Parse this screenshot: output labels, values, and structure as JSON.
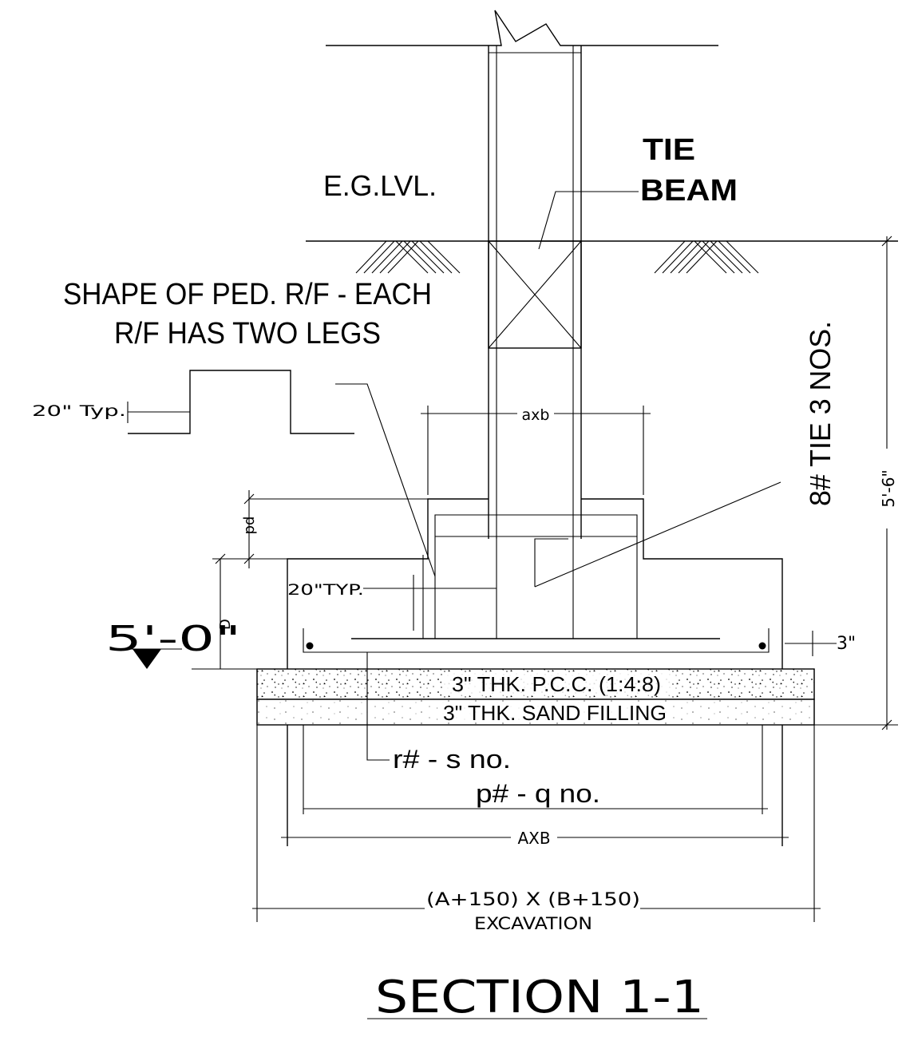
{
  "labels": {
    "eg_level": "E.G.LVL.",
    "tie_line1": "TIE",
    "tie_line2": "BEAM",
    "shape_line1": "SHAPE OF PED. R/F - EACH",
    "shape_line2": "R/F HAS TWO LEGS",
    "typ_20_top": "20\" Typ.",
    "axb_small": "axb",
    "pd": "pd",
    "d": "D",
    "typ_20_mid": "20\"TYP.",
    "level": "5'-0\"",
    "three_in": "3\"",
    "pcc": "3\" THK. P.C.C. (1:4:8)",
    "sand": "3\" THK. SAND FILLING",
    "bar_r": "r#  - s no.",
    "bar_p": "p#  - q no.",
    "axb_large": "AXB",
    "excavation_dim": "(A+150)  X  (B+150)",
    "excavation": "EXCAVATION",
    "tie_nos": "8#  TIE 3 NOS.",
    "height_dim": "5'-6\"",
    "section_title": "SECTION  1-1"
  }
}
